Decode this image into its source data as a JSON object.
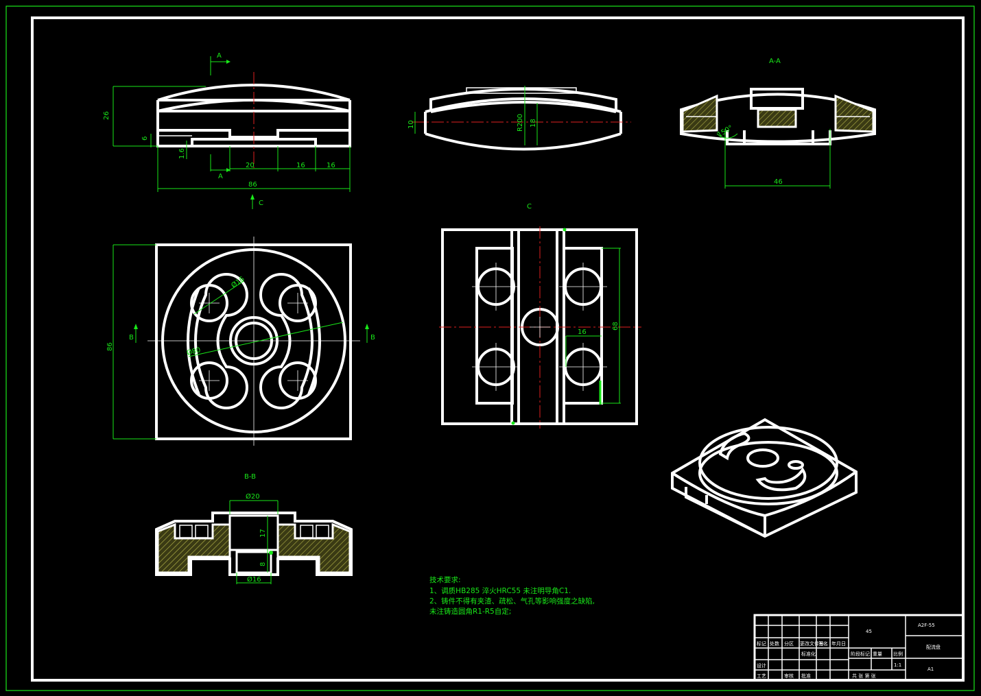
{
  "views": {
    "section_aa_label": "A-A",
    "section_bb_label": "B-B",
    "view_c_arrow_label": "C",
    "view_c_title": "C",
    "section_a_top": "A",
    "section_a_bottom": "A",
    "section_b_left": "B",
    "section_b_right": "B"
  },
  "dimensions": {
    "front_height": "26",
    "front_step": "6",
    "front_small": "1.6",
    "front_slot": "20",
    "front_w1": "16",
    "front_w2": "16",
    "front_width": "86",
    "side_height": "10",
    "side_radius": "R200",
    "side_18": "18",
    "aa_angle": "150°",
    "aa_width": "46",
    "top_height": "86",
    "top_hole_dia": "Ø16",
    "top_circle_dia": "Ø80",
    "c_16": "16",
    "c_68": "68",
    "bb_top_dia": "Ø20",
    "bb_17": "17",
    "bb_8": "8",
    "bb_bottom_dia": "Ø16"
  },
  "notes": {
    "title": "技术要求:",
    "line1": "1、调质HB285 淬火HRC55 未注明导角C1.",
    "line2": "2、铸件不得有夹渣、疏松、气孔等影响强度之缺陷,",
    "line3": "未注铸造圆角R1-R5自定;"
  },
  "title_block": {
    "material": "45",
    "drawing_no": "A2F-55",
    "part_name": "配流盘",
    "size": "A1",
    "hdr_a": "标记",
    "hdr_b": "处数",
    "hdr_c": "分区",
    "hdr_d": "更改文件号",
    "hdr_e": "签名",
    "hdr_f": "年月日",
    "design": "设计",
    "standard": "标准化",
    "check": "审核",
    "process": "工艺",
    "approve": "批准",
    "stage": "阶段标记",
    "weight": "重量",
    "scale": "比例",
    "sheets": "共 张 第 张",
    "ratio": "1:1"
  },
  "colors": {
    "frame": "#19e819",
    "dimension": "#19e819",
    "outline": "#ffffff",
    "centerline": "#e02020",
    "background": "#000000"
  }
}
